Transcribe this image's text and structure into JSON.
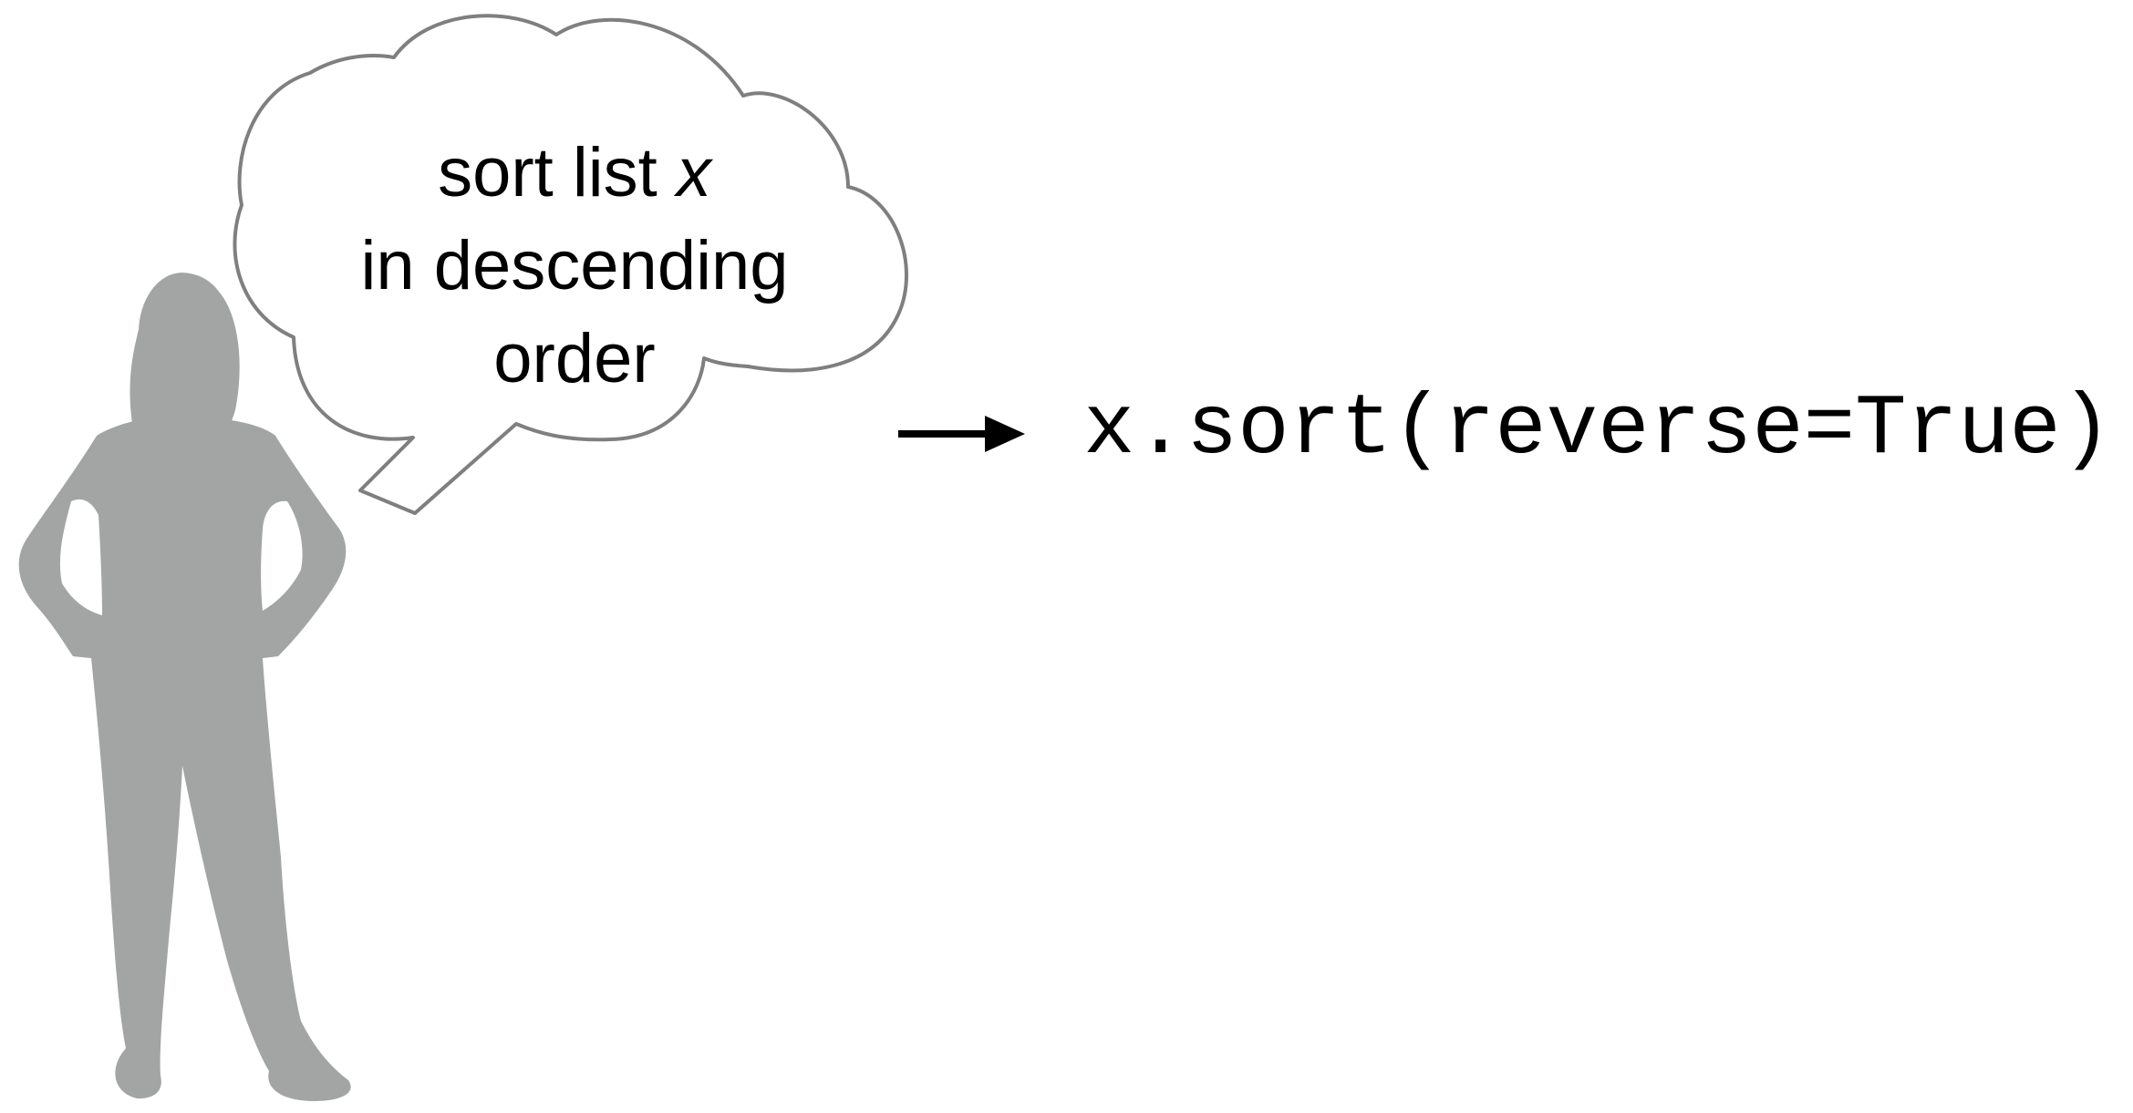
{
  "thought": {
    "line1_text": "sort list ",
    "line1_variable": "x",
    "line2": "in descending",
    "line3": "order"
  },
  "code": {
    "output": "x.sort(reverse=True)"
  },
  "colors": {
    "silhouette": "#a3a5a4",
    "bubble_stroke": "#7f7f80",
    "bubble_fill": "#ffffff",
    "arrow": "#000000",
    "text": "#000000"
  },
  "icons": {
    "person": "woman-silhouette-icon",
    "bubble": "thought-bubble",
    "arrow": "right-arrow-icon"
  }
}
